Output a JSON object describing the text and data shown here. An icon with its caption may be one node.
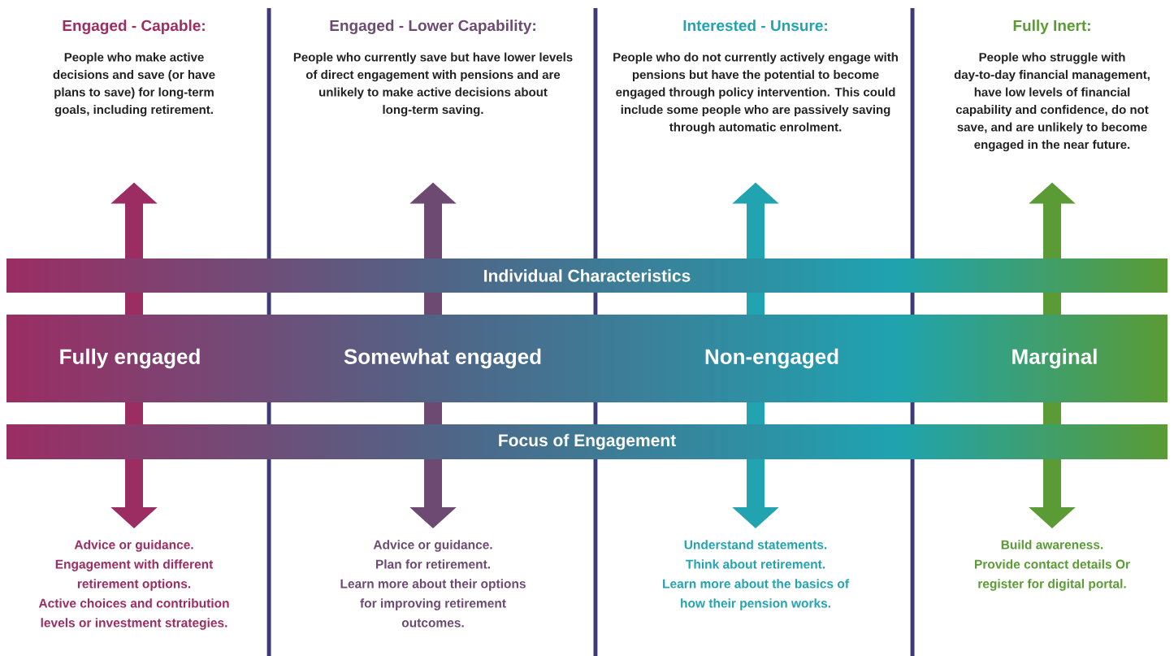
{
  "diagram": {
    "nodes": [
      {
        "text": [
          "Engaged - Capable:",
          "People who make active decisions and save (or have plans to save) for long-term goals, including retirement."
        ]
      },
      {
        "text": [
          "Engaged - Lower Capability:",
          "People who currently save but have lower levels of direct engagement with pensions and are unlikely to make active decisions about long-term saving."
        ]
      },
      {
        "text": [
          "Interested - Unsure:",
          "People who do not currently actively engage with pensions but have the potential to become engaged through policy intervention. This could include some people who are passively saving through automatic enrolment."
        ]
      },
      {
        "text": [
          "Fully Inert:",
          "People who struggle with day-to-day financial management, have low levels of financial capability and confidence, do not save, and are unlikely to become engaged in the near future."
        ]
      },
      {
        "text": [
          "Individual Characteristics"
        ]
      },
      {
        "text": [
          "Fully engaged",
          "Somewhat engaged",
          "Non-engaged",
          "Marginal"
        ]
      },
      {
        "text": [
          "Focus of Engagement"
        ]
      },
      {
        "text": [
          "Advice or guidance.",
          "Engagement with different retirement options.",
          "Active choices and contribution levels or investment strategies."
        ]
      },
      {
        "text": [
          "Advice or guidance.",
          "Plan for retirement.",
          "Learn more about their options for improving retirement outcomes."
        ]
      },
      {
        "text": [
          "Understand statements.",
          "Think about retirement.",
          "Learn more about the basics of how their pension works."
        ]
      },
      {
        "text": [
          "Build awareness.",
          "Provide contact details Or register for digital portal."
        ]
      }
    ],
    "edges": [
      {
        "from": 0,
        "to": 7,
        "arrow": "both",
        "color": "#9b2d63"
      },
      {
        "from": 1,
        "to": 8,
        "arrow": "both",
        "color": "#6d4a72"
      },
      {
        "from": 2,
        "to": 9,
        "arrow": "both",
        "color": "#22a3b0"
      },
      {
        "from": 3,
        "to": 10,
        "arrow": "both",
        "color": "#5a9b35"
      }
    ]
  }
}
